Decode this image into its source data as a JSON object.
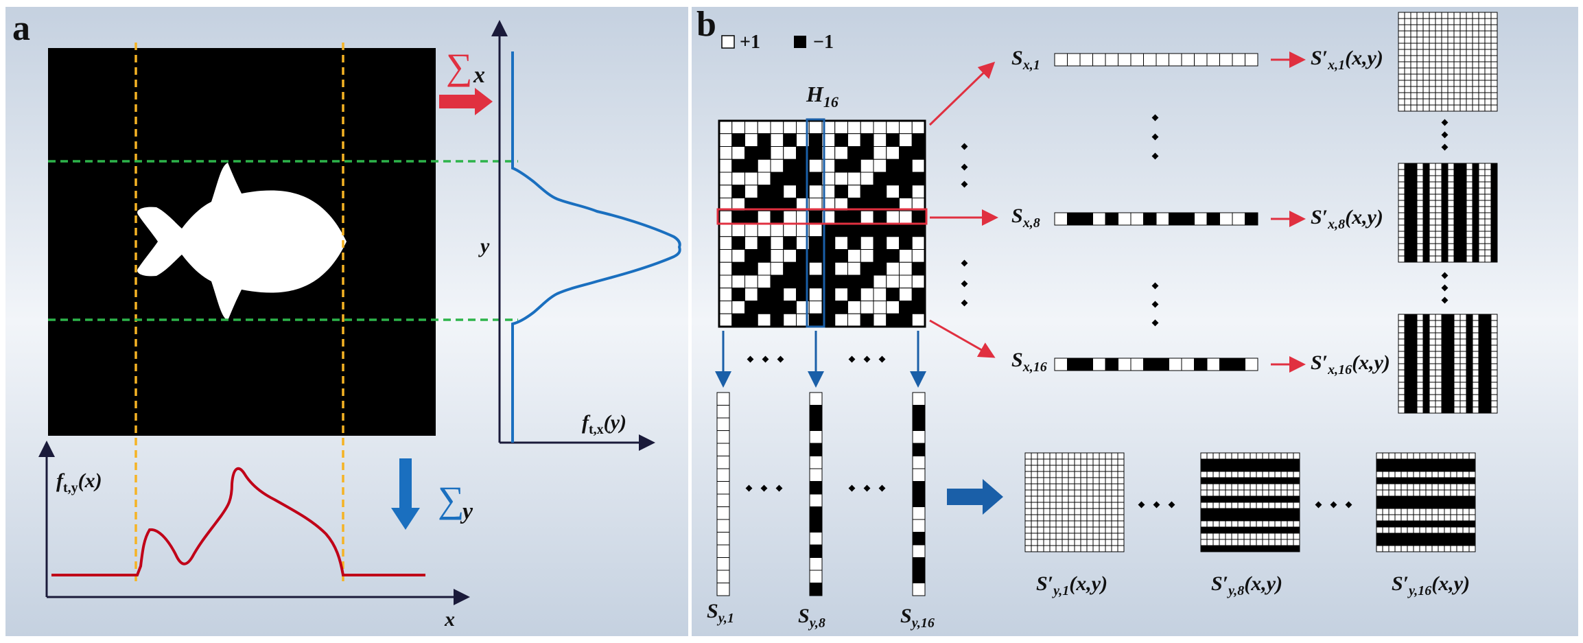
{
  "panel_a": {
    "letter": "a",
    "sum_x": "∑",
    "sum_x_sub": "x",
    "sum_y": "∑",
    "sum_y_sub": "y",
    "y_axis": "y",
    "x_axis": "x",
    "fx_base": "f",
    "fx_sub": "t,x",
    "fx_arg": "(y)",
    "fy_base": "f",
    "fy_sub": "t,y",
    "fy_arg": "(x)"
  },
  "panel_b": {
    "letter": "b",
    "legend_plus": "+1",
    "legend_minus": "−1",
    "h_base": "H",
    "h_sub": "16",
    "rows": [
      {
        "base": "S",
        "sub": "x,1",
        "proj_base": "S′",
        "proj_sub": "x,1",
        "proj_arg": "(x,y)"
      },
      {
        "base": "S",
        "sub": "x,8",
        "proj_base": "S′",
        "proj_sub": "x,8",
        "proj_arg": "(x,y)"
      },
      {
        "base": "S",
        "sub": "x,16",
        "proj_base": "S′",
        "proj_sub": "x,16",
        "proj_arg": "(x,y)"
      }
    ],
    "cols": [
      {
        "base": "S",
        "sub": "y,1",
        "proj_base": "S′",
        "proj_sub": "y,1",
        "proj_arg": "(x,y)"
      },
      {
        "base": "S",
        "sub": "y,8",
        "proj_base": "S′",
        "proj_sub": "y,8",
        "proj_arg": "(x,y)"
      },
      {
        "base": "S",
        "sub": "y,16",
        "proj_base": "S′",
        "proj_sub": "y,16",
        "proj_arg": "(x,y)"
      }
    ]
  },
  "colors": {
    "blue": "#1a6fbf",
    "red": "#e03040",
    "dark_red": "#c00018",
    "green": "#2db34a",
    "orange": "#f5b324",
    "axis": "#1a1a3a"
  }
}
